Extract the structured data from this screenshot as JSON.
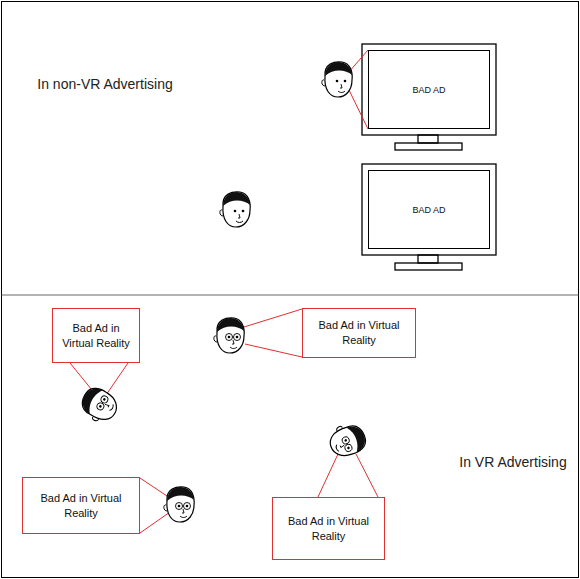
{
  "diagram": {
    "nodes": [
      {
        "text": [
          "BAD AD"
        ]
      },
      {
        "text": [
          "BAD AD"
        ]
      },
      {
        "text": [
          "Bad Ad in Virtual Reality"
        ]
      },
      {
        "text": [
          "Bad Ad in Virtual Reality"
        ]
      },
      {
        "text": [
          "Bad Ad in Virtual Reality"
        ]
      },
      {
        "text": [
          "Bad Ad in Virtual Reality"
        ]
      }
    ],
    "labels": [
      "In non-VR Advertising",
      "In VR Advertising"
    ]
  }
}
